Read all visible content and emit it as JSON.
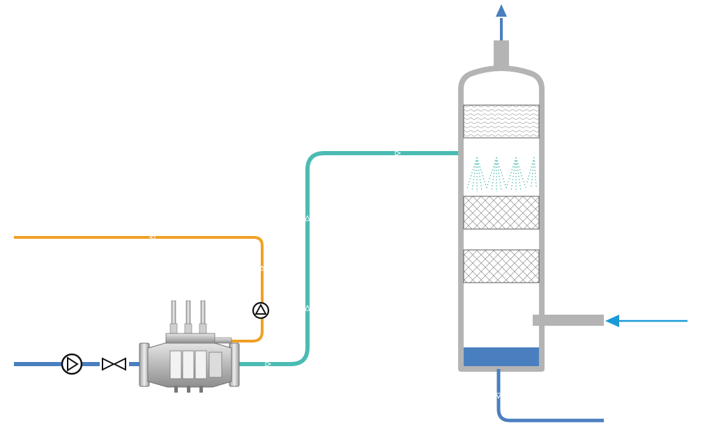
{
  "diagram": {
    "title": "",
    "labels": [],
    "components": [
      {
        "name": "absorber-column",
        "icon": "packed-tower-icon"
      },
      {
        "name": "packing-bed-top",
        "pattern": "chevron"
      },
      {
        "name": "liquid-distributor-spray",
        "icon": "spray-nozzle-icon"
      },
      {
        "name": "packing-bed-middle",
        "pattern": "crosshatch"
      },
      {
        "name": "packing-bed-lower",
        "pattern": "crosshatch"
      },
      {
        "name": "sump-liquid",
        "icon": "liquid-level-icon"
      },
      {
        "name": "gas-outlet-stack",
        "icon": "arrow-up-icon"
      },
      {
        "name": "gas-inlet-nozzle",
        "icon": "arrow-left-icon"
      },
      {
        "name": "feed-pump",
        "icon": "pump-icon"
      },
      {
        "name": "isolation-valve",
        "icon": "gate-valve-icon"
      },
      {
        "name": "recycle-pump",
        "icon": "pump-icon"
      },
      {
        "name": "filter-separator-unit",
        "icon": "multi-cartridge-filter-icon"
      }
    ],
    "streams": [
      {
        "name": "feed-line",
        "color": "#4a7fbf"
      },
      {
        "name": "recycle-line",
        "color": "#f0a024"
      },
      {
        "name": "scrubbing-liquid-line",
        "color": "#4bbbb3"
      },
      {
        "name": "gas-inlet-line",
        "color": "#1a9ad6"
      },
      {
        "name": "bottoms-line",
        "color": "#4a7fbf"
      }
    ],
    "colors": {
      "vessel_gray": "#b4b4b4",
      "sump_blue": "#4a7fbf",
      "spray_teal": "#4bbbb3"
    }
  }
}
